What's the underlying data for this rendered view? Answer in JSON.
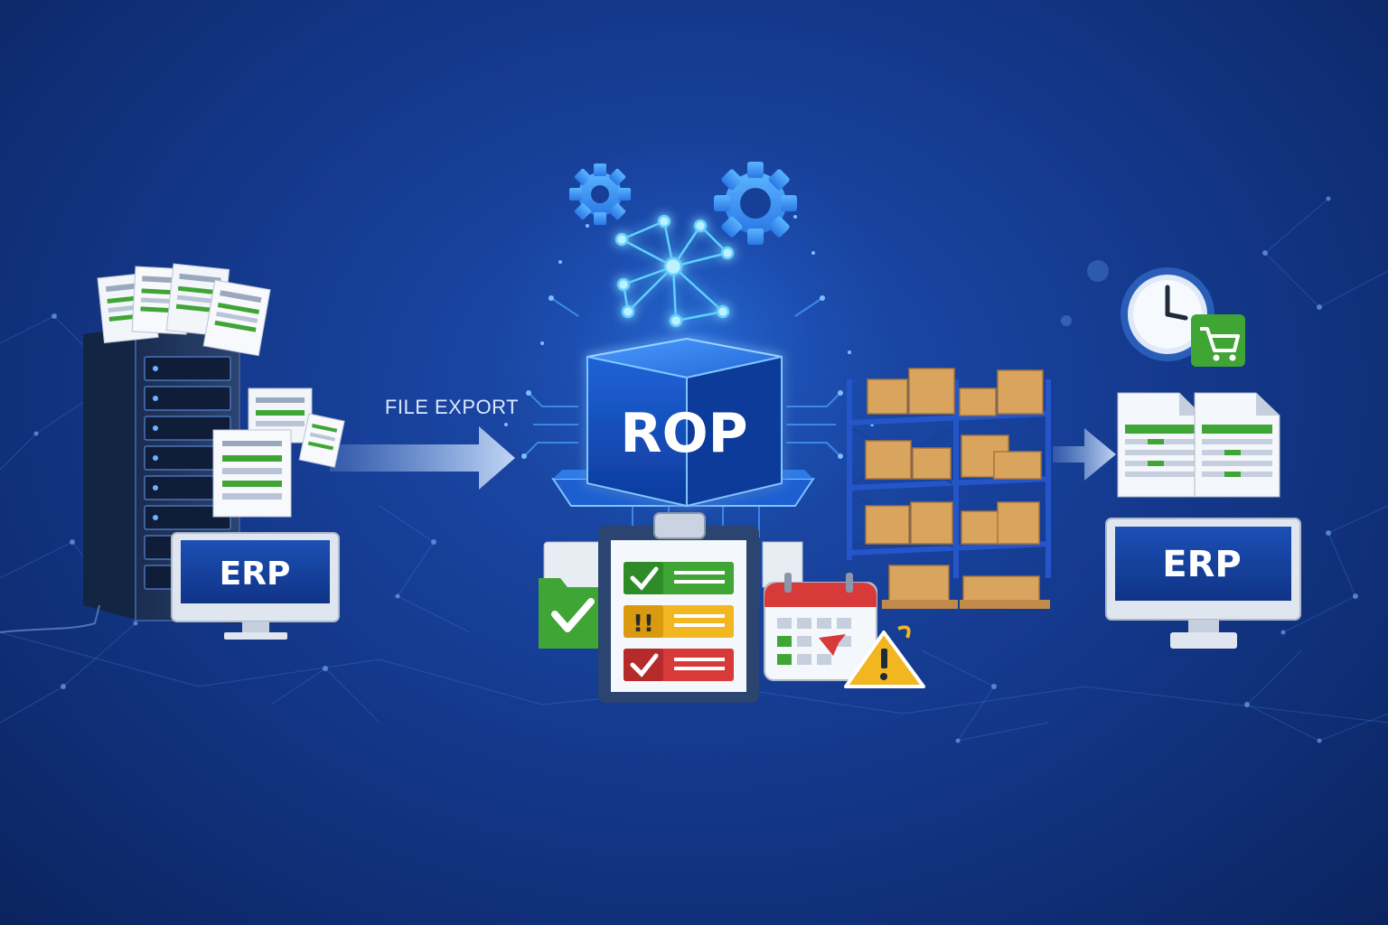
{
  "diagram": {
    "source_system": {
      "label": "ERP"
    },
    "flow_label": "FILE EXPORT",
    "engine": {
      "label": "ROP"
    },
    "target_system": {
      "label": "ERP"
    }
  },
  "icons": [
    "gear-icon",
    "network-icon",
    "server-rack-icon",
    "document-icon",
    "clipboard-checklist-icon",
    "folder-check-icon",
    "calendar-icon",
    "warning-icon",
    "warehouse-shelf-icon",
    "clock-icon",
    "shopping-cart-icon",
    "spreadsheet-icon",
    "monitor-icon",
    "arrow-right-icon"
  ],
  "colors": {
    "background": "#143a8c",
    "accent_glow": "#3aa0ff",
    "check_green": "#3fa535",
    "warning_yellow": "#f2b620",
    "alert_red": "#d83a3a",
    "box_tan": "#d9a55e",
    "shelf_blue": "#2456c9"
  }
}
